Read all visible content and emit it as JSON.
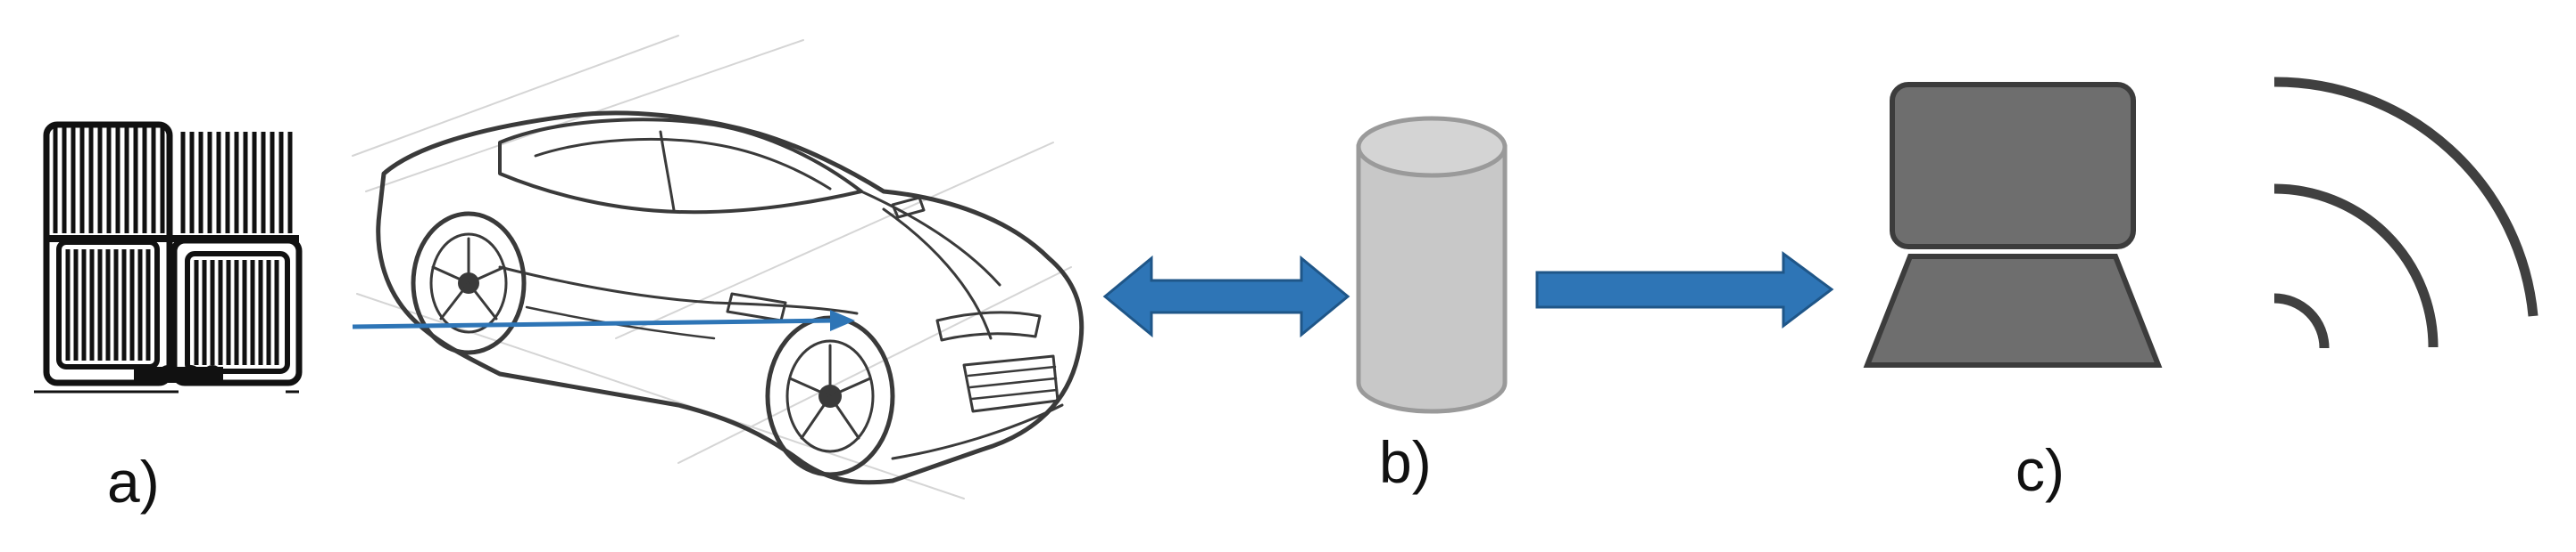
{
  "labels": {
    "a": "a)",
    "b": "b)",
    "c": "c)"
  },
  "icons": {
    "sensor": "strain-gauge-sensor-icon",
    "vehicle": "car-sketch-icon",
    "database": "cylinder-database-icon",
    "laptop": "laptop-icon",
    "wireless": "wireless-signal-icon"
  },
  "colors": {
    "arrow": "#2e75b6",
    "arrow_edge": "#1f5688",
    "sensor": "#111111",
    "car_line": "#3a3a3a",
    "cylinder_body": "#c8c8c8",
    "cylinder_edge": "#9a9a9a",
    "laptop": "#6e6e6e",
    "laptop_edge": "#3c3c3c",
    "wifi": "#404040"
  }
}
